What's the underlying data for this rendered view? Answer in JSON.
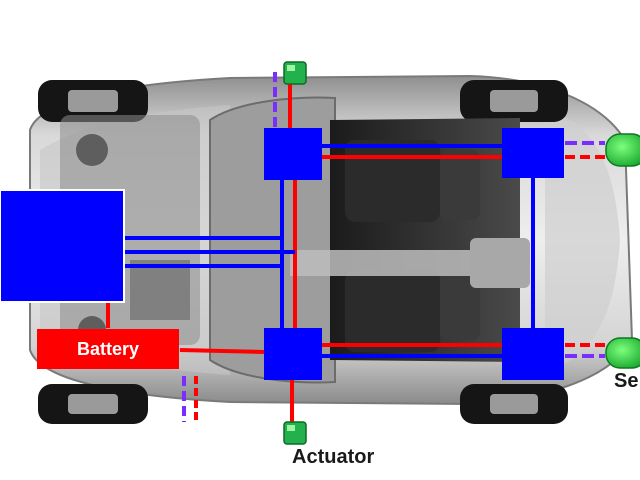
{
  "labels": {
    "battery": "Battery",
    "actuator": "Actuator",
    "sensor": "Se"
  },
  "colors": {
    "ecu_blue": "#0000ff",
    "power_red": "#ff0000",
    "signal_purple": "#7b2cff",
    "actuator_green": "#22b14c",
    "sensor_green": "#1fbf3a",
    "car_body": "#b9b9b9"
  },
  "components": {
    "central_unit_count": 1,
    "zone_unit_count": 4,
    "actuator_count": 2,
    "sensor_count": 2
  }
}
